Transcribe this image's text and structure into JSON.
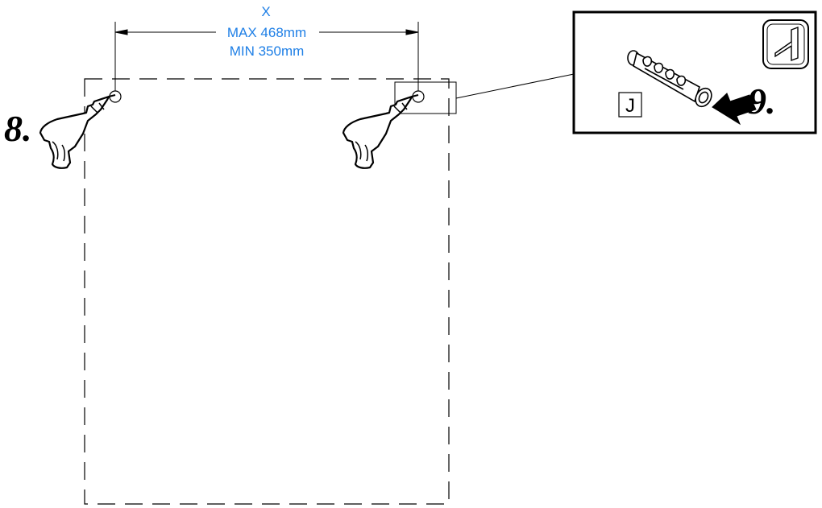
{
  "colors": {
    "dimension": "#1e7fe6",
    "line": "#000000",
    "background": "#ffffff"
  },
  "dimension": {
    "symbol": "X",
    "max": "MAX 468mm",
    "min": "MIN 350mm"
  },
  "steps": [
    {
      "number": "8.",
      "action": "drill",
      "icon": "drill-icon"
    },
    {
      "number": "9.",
      "action": "insert wall plug",
      "icon": "push-arrow-icon"
    }
  ],
  "detail": {
    "part_label": "J",
    "part_icon": "wall-plug-icon",
    "badge_icon": "wall-hook-icon"
  }
}
